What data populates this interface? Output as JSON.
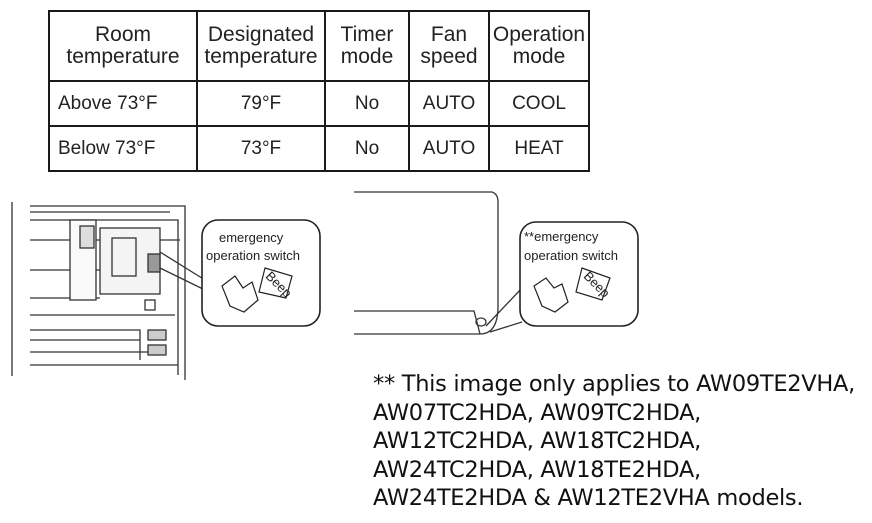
{
  "table": {
    "headers": [
      [
        "Room",
        "temperature"
      ],
      [
        "Designated",
        "temperature"
      ],
      [
        "Timer",
        "mode"
      ],
      [
        "Fan",
        "speed"
      ],
      [
        "Operation",
        "mode"
      ]
    ],
    "rows": [
      [
        "Above 73°F",
        "79°F",
        "No",
        "AUTO",
        "COOL"
      ],
      [
        "Below 73°F",
        "73°F",
        "No",
        "AUTO",
        "HEAT"
      ]
    ]
  },
  "left_illustration": {
    "callout_line1": "emergency",
    "callout_line2": "operation switch",
    "sound": "Beep"
  },
  "right_illustration": {
    "callout_line1": "**emergency",
    "callout_line2": "operation switch",
    "sound": "Beep"
  },
  "note": {
    "lines": [
      "** This image only applies to AW09TE2VHA,",
      "AW07TC2HDA, AW09TC2HDA,",
      "AW12TC2HDA, AW18TC2HDA,",
      "AW24TC2HDA, AW18TE2HDA,",
      "AW24TE2HDA & AW12TE2VHA  models."
    ]
  }
}
